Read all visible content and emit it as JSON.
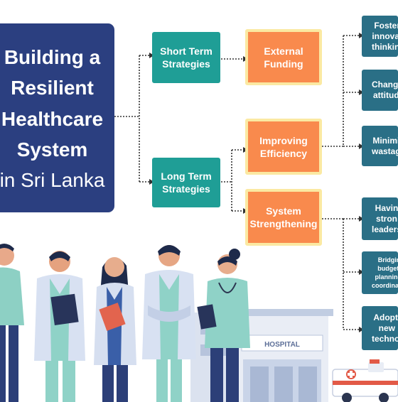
{
  "title": {
    "line1": "Building a",
    "line2": "Resilient",
    "line3": "Healthcare",
    "line4": "System",
    "line5": "in Sri Lanka"
  },
  "nodes": {
    "short_term": [
      "Short Term",
      "Strategies"
    ],
    "long_term": [
      "Long Term",
      "Strategies"
    ],
    "external_funding": [
      "External",
      "Funding"
    ],
    "improving_efficiency": [
      "Improving",
      "Efficiency"
    ],
    "system_strengthening": [
      "System",
      "Strengthening"
    ]
  },
  "outcomes": [
    [
      "Fosteri",
      "innovati",
      "thinking"
    ],
    [
      "Changi",
      "attitud"
    ],
    [
      "Minimis",
      "wastage"
    ],
    [
      "Havin",
      "stron",
      "leaders"
    ],
    [
      "Bridgin",
      "budgeti",
      "planning,",
      "coordinatio"
    ],
    [
      "Adopti",
      "new",
      "technol"
    ]
  ],
  "hospital_sign": "HOSPITAL",
  "colors": {
    "title_bg": "#2b3f80",
    "strategy": "#1f9e96",
    "action": "#f98a4d",
    "action_border": "#fbe9a2",
    "outcome": "#2a6f86"
  }
}
